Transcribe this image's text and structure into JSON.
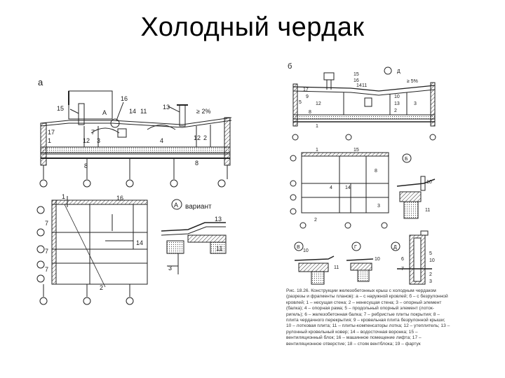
{
  "slide": {
    "title": "Холодный чердак"
  },
  "figure": {
    "panel_labels": {
      "a": "а",
      "b": "б",
      "A": "А",
      "B": "Б",
      "V": "В",
      "G": "Г",
      "D": "Д",
      "Ar": "Ⓐ"
    },
    "variant_label": "вариант",
    "slope_main": "≥ 2%",
    "slope_b": "≥ 5%",
    "numbers_a": [
      "15",
      "16",
      "A",
      "14",
      "11",
      "13",
      "17",
      "1",
      "7",
      "12",
      "3",
      "4",
      "12",
      "2",
      "8",
      "8"
    ],
    "numbers_plan": [
      "1",
      "16",
      "7",
      "7",
      "14",
      "7",
      "2"
    ],
    "numbers_detailA": [
      "13",
      "11",
      "3"
    ],
    "numbers_b": [
      "15",
      "16",
      "14",
      "11",
      "17",
      "9",
      "5",
      "10",
      "12",
      "13",
      "8",
      "2",
      "3",
      "1"
    ],
    "numbers_b_plan": [
      "1",
      "15",
      "4",
      "14",
      "3",
      "2",
      "8"
    ],
    "numbers_details": [
      "10",
      "11",
      "11",
      "10",
      "6",
      "7",
      "5",
      "10",
      "2",
      "3"
    ],
    "caption": "Рис. 18.26. Конструкции железобетонных крыш с холодным чердаком (разрезы и фрагменты планов): а – с наружной кровлей; б – с безрулонной кровлей; 1 – несущая стена; 2 – ненесущая стена; 3 – опорный элемент (балка); 4 – опорная рама; 5 – продольный опорный элемент (лоток-ригель); 6 – железобетонная балка; 7 – ребристые плиты покрытия; 8 – плита чердачного перекрытия; 9 – кровельная плита безрулонной крыши; 10 – лотковая плита; 11 – плиты-компенсаторы лотка; 12 – утеплитель; 13 – рулонный кровельный ковер; 14 – водосточная воронка; 15 – вентиляционный блок; 16 – машинное помещение лифта; 17 – вентиляционное отверстие; 18 – стояк вентблока; 19 – фартук"
  }
}
